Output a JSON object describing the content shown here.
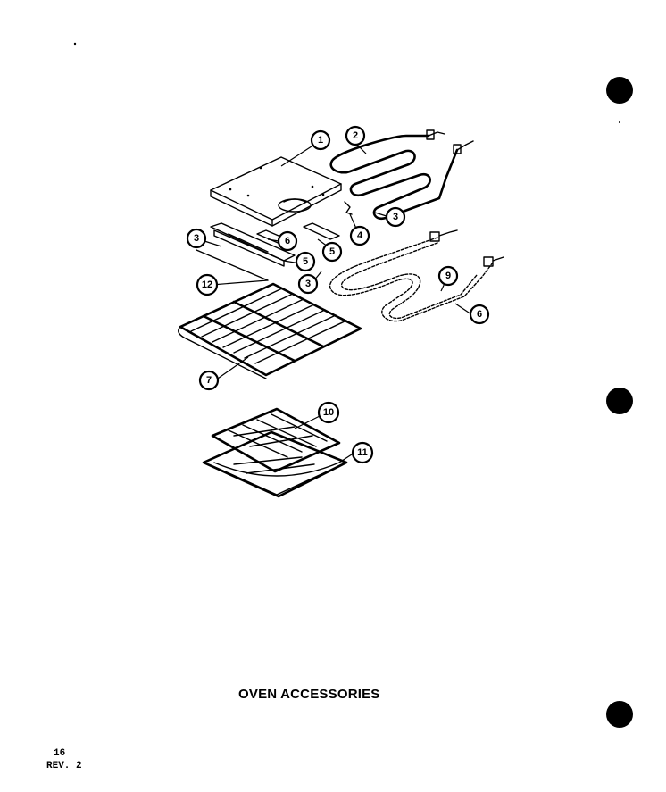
{
  "title": "OVEN ACCESSORIES",
  "page": {
    "number": "16",
    "revision": "REV. 2"
  },
  "callouts": [
    {
      "id": "c1",
      "label": "1"
    },
    {
      "id": "c2",
      "label": "2"
    },
    {
      "id": "c3a",
      "label": "3"
    },
    {
      "id": "c4",
      "label": "4"
    },
    {
      "id": "c5a",
      "label": "5"
    },
    {
      "id": "c6a",
      "label": "6"
    },
    {
      "id": "c3b",
      "label": "3"
    },
    {
      "id": "c5b",
      "label": "5"
    },
    {
      "id": "c12",
      "label": "12"
    },
    {
      "id": "c3c",
      "label": "3"
    },
    {
      "id": "c9",
      "label": "9"
    },
    {
      "id": "c6b",
      "label": "6"
    },
    {
      "id": "c7",
      "label": "7"
    },
    {
      "id": "c10",
      "label": "10"
    },
    {
      "id": "c11",
      "label": "11"
    }
  ]
}
